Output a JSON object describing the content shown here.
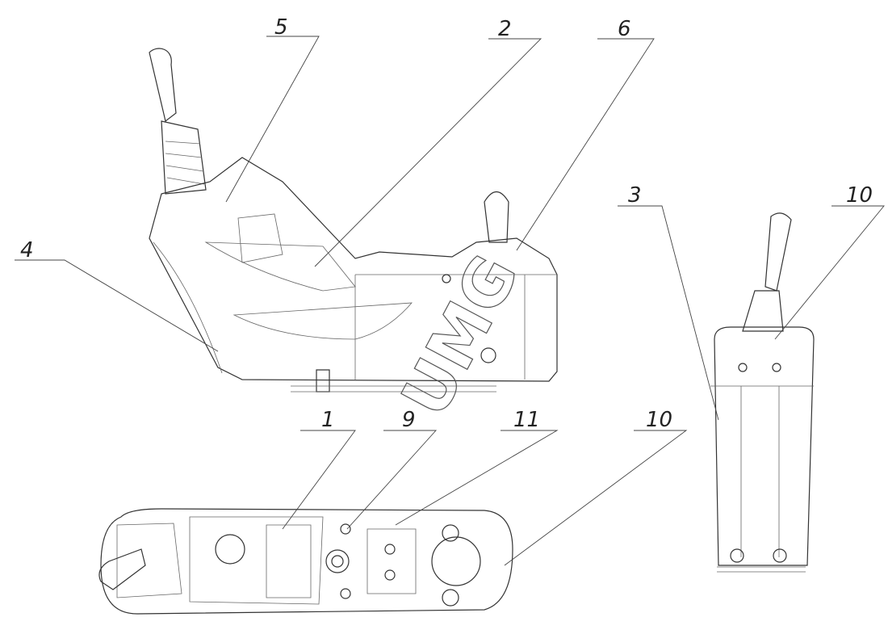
{
  "labels": {
    "l1": "1",
    "l2": "2",
    "l3": "3",
    "l4": "4",
    "l5": "5",
    "l6": "6",
    "l9": "9",
    "l10a": "10",
    "l10b": "10",
    "l11": "11"
  },
  "watermark": "UMG"
}
